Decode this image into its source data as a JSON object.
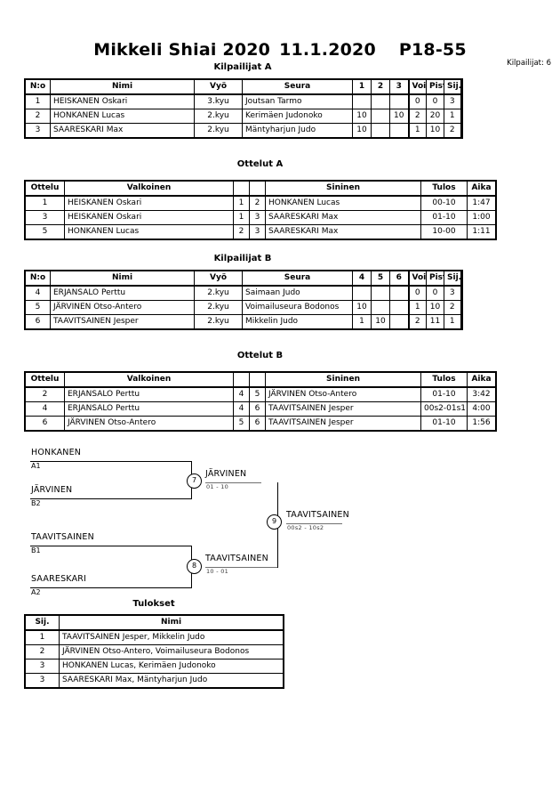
{
  "header": {
    "event": "Mikkeli Shiai 2020",
    "date": "11.1.2020",
    "category": "P18-55",
    "entrants_label": "Kilpailijat: 6"
  },
  "pools": [
    {
      "title": "Kilpailijat A",
      "columns": [
        "N:o",
        "Nimi",
        "Vyö",
        "Seura",
        "1",
        "2",
        "3",
        "Voit.",
        "Pist.",
        "Sij."
      ],
      "rows": [
        {
          "no": "1",
          "name": "HEISKANEN Oskari",
          "belt": "3.kyu",
          "club": "Joutsan Tarmo",
          "m1": "",
          "m2": "",
          "m3": "",
          "wins": "0",
          "points": "0",
          "rank": "3"
        },
        {
          "no": "2",
          "name": "HONKANEN Lucas",
          "belt": "2.kyu",
          "club": "Kerimäen Judonoko",
          "m1": "10",
          "m2": "",
          "m3": "10",
          "wins": "2",
          "points": "20",
          "rank": "1"
        },
        {
          "no": "3",
          "name": "SAARESKARI Max",
          "belt": "2.kyu",
          "club": "Mäntyharjun Judo",
          "m1": "10",
          "m2": "",
          "m3": "",
          "wins": "1",
          "points": "10",
          "rank": "2"
        }
      ]
    },
    {
      "title": "Kilpailijat B",
      "columns": [
        "N:o",
        "Nimi",
        "Vyö",
        "Seura",
        "4",
        "5",
        "6",
        "Voit.",
        "Pist.",
        "Sij."
      ],
      "rows": [
        {
          "no": "4",
          "name": "ERJANSALO Perttu",
          "belt": "2.kyu",
          "club": "Saimaan Judo",
          "m1": "",
          "m2": "",
          "m3": "",
          "wins": "0",
          "points": "0",
          "rank": "3"
        },
        {
          "no": "5",
          "name": "JÄRVINEN Otso-Antero",
          "belt": "2.kyu",
          "club": "Voimailuseura Bodonos",
          "m1": "10",
          "m2": "",
          "m3": "",
          "wins": "1",
          "points": "10",
          "rank": "2"
        },
        {
          "no": "6",
          "name": "TAAVITSAINEN Jesper",
          "belt": "2.kyu",
          "club": "Mikkelin Judo",
          "m1": "1",
          "m2": "10",
          "m3": "",
          "wins": "2",
          "points": "11",
          "rank": "1"
        }
      ]
    }
  ],
  "matches": [
    {
      "title": "Ottelut A",
      "columns": [
        "Ottelu",
        "Valkoinen",
        "",
        "",
        "Sininen",
        "Tulos",
        "Aika"
      ],
      "rows": [
        {
          "match": "1",
          "white": "HEISKANEN Oskari",
          "wno": "1",
          "bno": "2",
          "blue": "HONKANEN Lucas",
          "result": "00-10",
          "time": "1:47"
        },
        {
          "match": "3",
          "white": "HEISKANEN Oskari",
          "wno": "1",
          "bno": "3",
          "blue": "SAARESKARI Max",
          "result": "01-10",
          "time": "1:00"
        },
        {
          "match": "5",
          "white": "HONKANEN Lucas",
          "wno": "2",
          "bno": "3",
          "blue": "SAARESKARI Max",
          "result": "10-00",
          "time": "1:11"
        }
      ]
    },
    {
      "title": "Ottelut B",
      "columns": [
        "Ottelu",
        "Valkoinen",
        "",
        "",
        "Sininen",
        "Tulos",
        "Aika"
      ],
      "rows": [
        {
          "match": "2",
          "white": "ERJANSALO Perttu",
          "wno": "4",
          "bno": "5",
          "blue": "JÄRVINEN Otso-Antero",
          "result": "01-10",
          "time": "3:42"
        },
        {
          "match": "4",
          "white": "ERJANSALO Perttu",
          "wno": "4",
          "bno": "6",
          "blue": "TAAVITSAINEN Jesper",
          "result": "00s2-01s1",
          "time": "4:00"
        },
        {
          "match": "6",
          "white": "JÄRVINEN Otso-Antero",
          "wno": "5",
          "bno": "6",
          "blue": "TAAVITSAINEN Jesper",
          "result": "01-10",
          "time": "1:56"
        }
      ]
    }
  ],
  "bracket": {
    "entries": [
      {
        "name": "HONKANEN",
        "seed": "A1"
      },
      {
        "name": "JÄRVINEN",
        "seed": "B2"
      },
      {
        "name": "TAAVITSAINEN",
        "seed": "B1"
      },
      {
        "name": "SAARESKARI",
        "seed": "A2"
      }
    ],
    "nodes": [
      {
        "num": "7",
        "winner": "JÄRVINEN",
        "score": "01 - 10"
      },
      {
        "num": "8",
        "winner": "TAAVITSAINEN",
        "score": "10 - 01"
      },
      {
        "num": "9",
        "winner": "TAAVITSAINEN",
        "score": "00s2 - 10s2"
      }
    ]
  },
  "results": {
    "title": "Tulokset",
    "columns": [
      "Sij.",
      "Nimi"
    ],
    "rows": [
      {
        "rank": "1",
        "name": "TAAVITSAINEN Jesper, Mikkelin Judo"
      },
      {
        "rank": "2",
        "name": "JÄRVINEN Otso-Antero, Voimailuseura Bodonos"
      },
      {
        "rank": "3",
        "name": "HONKANEN Lucas, Kerimäen Judonoko"
      },
      {
        "rank": "3",
        "name": "SAARESKARI Max, Mäntyharjun Judo"
      }
    ]
  }
}
